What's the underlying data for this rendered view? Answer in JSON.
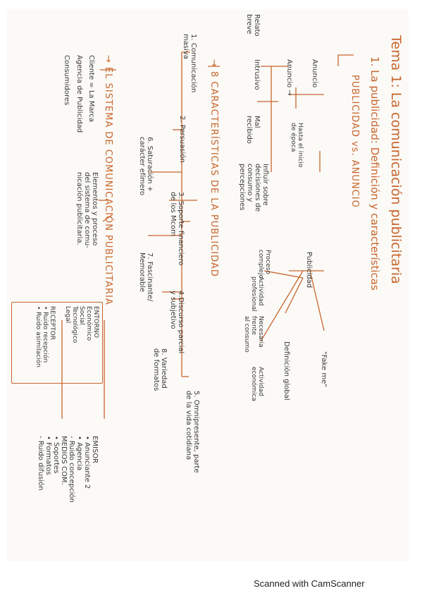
{
  "footer": "Scanned with CamScanner",
  "title": "Tema 1: La comunicación publicitaria",
  "section1": "1. La publicidad: Definición y características",
  "pub_vs_anuncio": "PUBLICIDAD vs. ANUNCIO",
  "anuncio": {
    "label1": "Anuncio",
    "label2": "Anuncio →",
    "desc1": "Hasta el inicio\nde época",
    "relato": "Relato\nbreve",
    "intrusivo": "Intrusivo",
    "mal_recibido": "Mal\nrecibido",
    "influir": "Influir sobre\ndecisiones de\nconsumo y\npercepciones"
  },
  "publicidad": {
    "label": "Publicidad",
    "fake": "\"Fake me\"",
    "definicion": "Definición global",
    "proceso": "Proceso\ncomplejo",
    "actividad_prof": "Actividad\nprofesional",
    "necesaria": "Necesaria\nfrente\nal consumo",
    "actividad_eco": "Actividad\neconómica"
  },
  "caracteristicas": {
    "title": "→ 8 CARACTERÍSTICAS DE LA PUBLICIDAD",
    "items": [
      "1. Comunicación\nmasiva",
      "2. Persuasión",
      "3. Soporte financiero\nde los Mcom",
      "4.Discurso parcial\ny subjetivo",
      "5. Omnipresente, parte\nde la vida cotidiana",
      "6. Saturación +\ncarácter efímero",
      "7. Fascinante/\nMemorable",
      "8. Variedad\nde formatos"
    ]
  },
  "sistema": {
    "title": "→ EL SISTEMA DE COMUNICACIÓN PUBLICITARIA",
    "cliente": "Cliente = La Marca",
    "agencia": "Agencia de Publicidad",
    "consumidores": "Consumidores",
    "elementos": "Elementos y proceso\ndel sistema de comu-\nnicación publicitaria.",
    "entorno": "ENTORNO\nEconómico\nSocial\nTecnológico\nLegal",
    "receptor": "RECEPTOR\n• Ruido recepción\n• Ruido asimilación",
    "emisor": "EMISOR\n• Anunciante 2\n• Agencia\n  - Ruido concepción\nMEDIOS COM.\n• Soportes\n• Formatos\n  - Ruido difusión"
  },
  "colors": {
    "accent": "#c8652c",
    "ink": "#3a3a3a",
    "paper": "#fbfaf7"
  }
}
